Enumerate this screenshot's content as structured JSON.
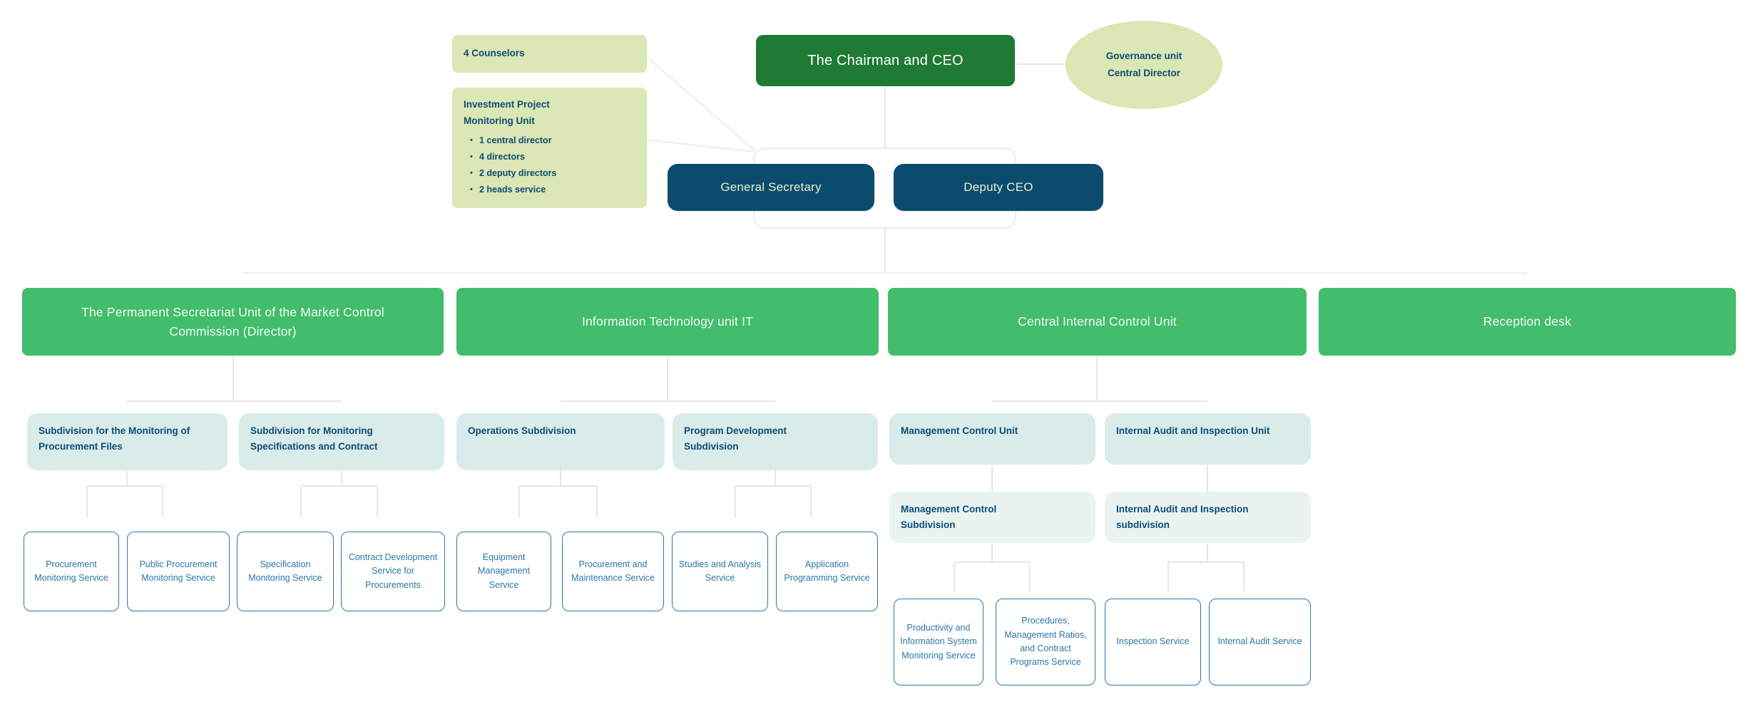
{
  "palette": {
    "pale-green": "#dbe7b4",
    "dark-green": "#1f7a33",
    "navy": "#0b4c6e",
    "navy-text": "#e9f0c9",
    "dept-green": "#42bd6b",
    "teal": "#d9ece9",
    "teal-light": "#e9f4f1",
    "blue": "#2d76a6",
    "heading-navy": "#0d4b75"
  },
  "top": {
    "counselors": {
      "label": "4 Counselors"
    },
    "investment": {
      "title_line1": "Investment Project",
      "title_line2": "Monitoring Unit",
      "bullets": [
        "1 central director",
        "4 directors",
        "2 deputy directors",
        "2 heads service"
      ]
    },
    "chairman": {
      "label": "The Chairman and CEO"
    },
    "governance": {
      "line1": "Governance unit",
      "line2": "Central Director"
    },
    "general_secretary": {
      "label": "General Secretary"
    },
    "deputy_ceo": {
      "label": "Deputy CEO"
    }
  },
  "departments": [
    {
      "label": "The Permanent Secretariat Unit of the Market Control Commission (Director)"
    },
    {
      "label": "Information Technology unit IT"
    },
    {
      "label": "Central Internal Control Unit"
    },
    {
      "label": "Reception desk"
    }
  ],
  "subdivisions": [
    {
      "label": "Subdivision for the Monitoring of Procurement Files"
    },
    {
      "label": "Subdivision for Monitoring Specifications and Contract"
    },
    {
      "label": "Operations Subdivision"
    },
    {
      "label": "Program Development Subdivision"
    },
    {
      "label": "Management Control Unit"
    },
    {
      "label": "Internal Audit and Inspection Unit"
    },
    {
      "label": "Management Control Subdivision"
    },
    {
      "label": "Internal Audit and Inspection subdivision"
    }
  ],
  "services": [
    {
      "label": "Procurement Monitoring Service"
    },
    {
      "label": "Public Procurement Monitoring Service"
    },
    {
      "label": "Specification Monitoring Service"
    },
    {
      "label": "Contract Development Service for Procurements"
    },
    {
      "label": "Equipment Management Service"
    },
    {
      "label": "Procurement and Maintenance Service"
    },
    {
      "label": "Studies and Analysis Service"
    },
    {
      "label": "Application Programming Service"
    },
    {
      "label": "Productivity and Information System Monitoring Service"
    },
    {
      "label": "Procedures, Management Ratios, and Contract Programs Service"
    },
    {
      "label": "Inspection Service"
    },
    {
      "label": "Internal Audit Service"
    }
  ]
}
